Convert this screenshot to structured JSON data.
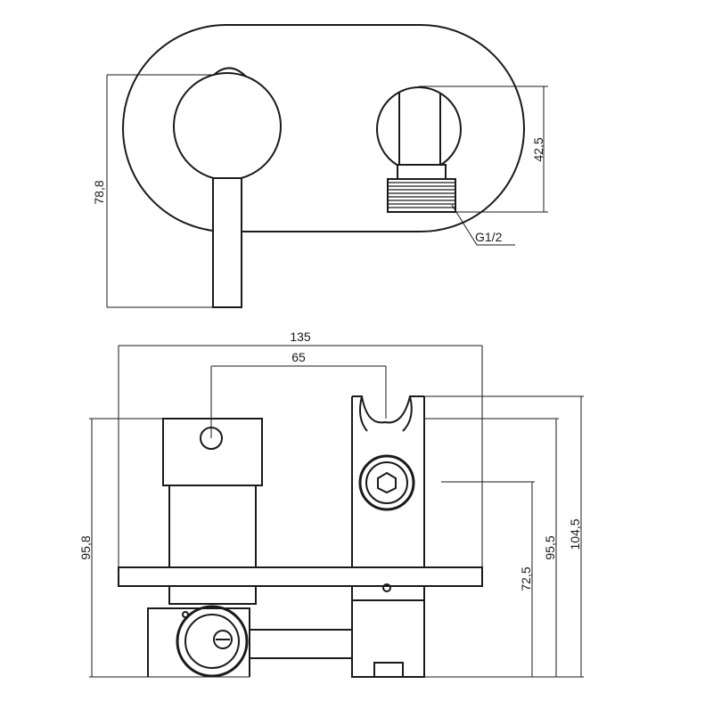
{
  "dimensions": {
    "top_height": "78,8",
    "outlet_height": "42,5",
    "thread": "G1/2",
    "overall_width": "135",
    "center_distance": "65",
    "left_height": "95,8",
    "inner_height": "72,5",
    "mid_height": "95,5",
    "right_height": "104,5"
  }
}
